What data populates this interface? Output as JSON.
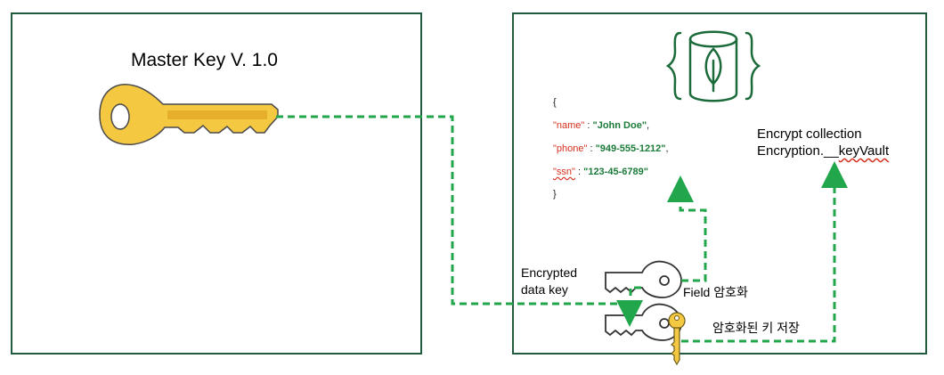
{
  "master_key": {
    "title": "Master Key V. 1.0"
  },
  "document": {
    "open_brace": "{",
    "close_brace": "}",
    "fields": [
      {
        "key": "\"name\"",
        "value": "\"John Doe\"",
        "trail": ","
      },
      {
        "key": "\"phone\"",
        "value": "\"949-555-1212\"",
        "trail": ","
      },
      {
        "key": "\"ssn\"",
        "value": "\"123-45-6789\"",
        "trail": ""
      }
    ]
  },
  "labels": {
    "encrypt_collection_line1": "Encrypt collection",
    "encrypt_collection_line2_prefix": "Encryption.__",
    "encrypt_collection_line2_underlined": "keyVault",
    "encrypted_data_key_line1": "Encrypted",
    "encrypted_data_key_line2": "data key",
    "field_encryption": "Field 암호화",
    "encrypted_key_stored": "암호화된 키 저장"
  },
  "colors": {
    "box_border": "#1f5b3c",
    "arrow": "#22a64b",
    "key_gold": "#f5c842",
    "key_outline": "#4a4a4a",
    "json_key": "#d7301f",
    "json_value": "#1b7b3a",
    "db_icon": "#1b6b3a"
  },
  "icons": [
    "master-key-icon",
    "database-leaf-icon",
    "data-key-icon",
    "small-gold-key-icon"
  ]
}
